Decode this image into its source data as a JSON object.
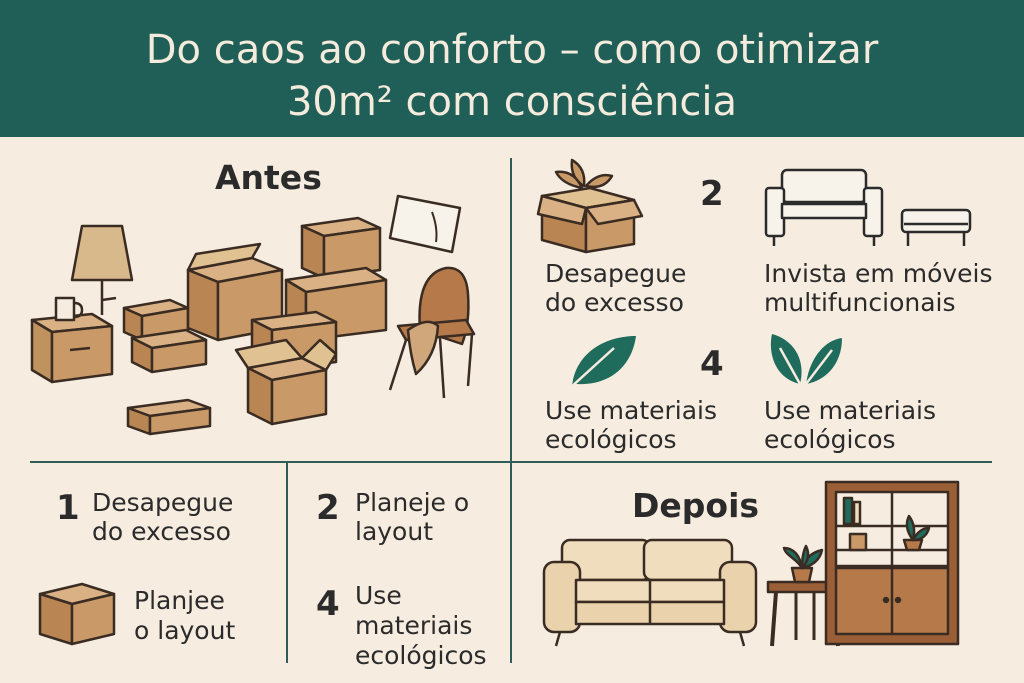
{
  "title": {
    "line1": "Do caos ao conforto – como otimizar",
    "line2": "30m² com consciência"
  },
  "before": {
    "heading": "Antes"
  },
  "after": {
    "heading": "Depois"
  },
  "tips_top": [
    {
      "number": "",
      "line1": "Desapegue",
      "line2": "do excesso",
      "icon": "box-with-leaves-icon"
    },
    {
      "number": "2",
      "line1": "Invista em móveis",
      "line2": "multifuncionais",
      "icon": "sofa-bench-icon"
    },
    {
      "number": "",
      "line1": "Use materiais",
      "line2": "ecológicos",
      "icon": "leaf-icon"
    },
    {
      "number": "4",
      "line1": "Use materiais",
      "line2": "ecológicos",
      "icon": "leaves-icon"
    }
  ],
  "tips_bottom": [
    {
      "number": "1",
      "line1": "Desapegue",
      "line2": "do excesso"
    },
    {
      "number": "",
      "line1": "Planjee",
      "line2": "o layout",
      "icon": "box-icon"
    },
    {
      "number": "2",
      "line1": "Planeje o",
      "line2": "layout"
    },
    {
      "number": "4",
      "line1": "Use",
      "line2": "materiais",
      "line3": "ecológicos"
    }
  ],
  "colors": {
    "header_bg": "#1f5f57",
    "background": "#f6ece0",
    "cardboard": "#c99a68",
    "leaf_green": "#1f6b5c",
    "wood": "#9a5f37"
  }
}
